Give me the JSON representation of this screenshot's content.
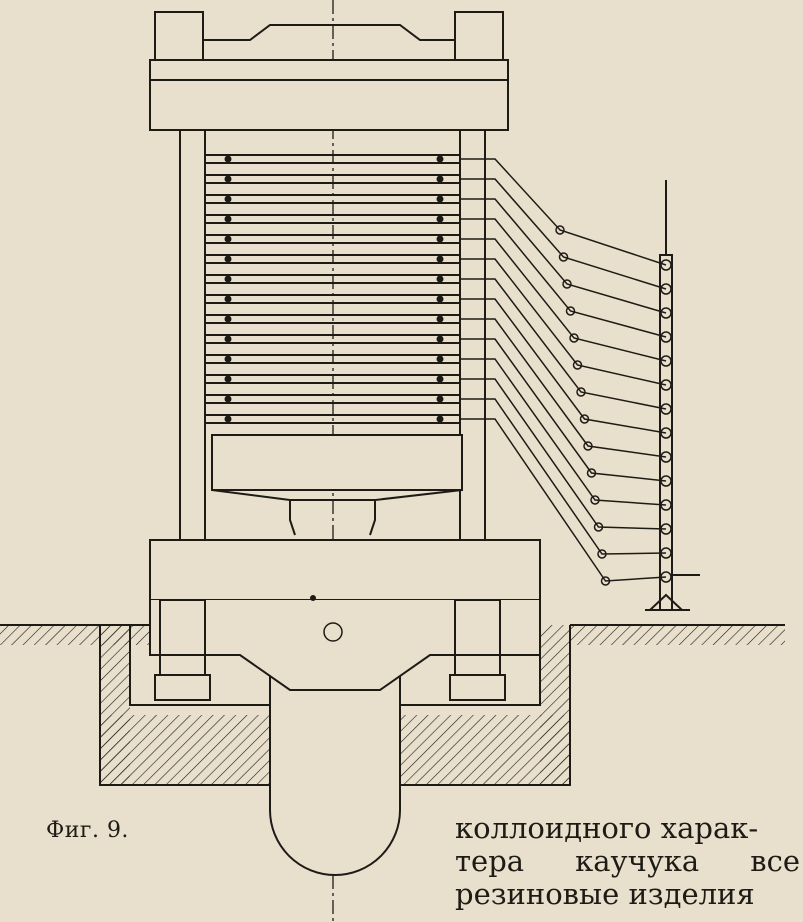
{
  "figure": {
    "caption": "Фиг. 9.",
    "plate_count": 14
  },
  "text": {
    "line1": "коллоидного харак-",
    "line2_a": "тера",
    "line2_b": "каучука",
    "line2_c": "все",
    "line3": "резиновые изделия"
  },
  "colors": {
    "paper": "#e8e0cc",
    "ink": "#1e1b16"
  }
}
